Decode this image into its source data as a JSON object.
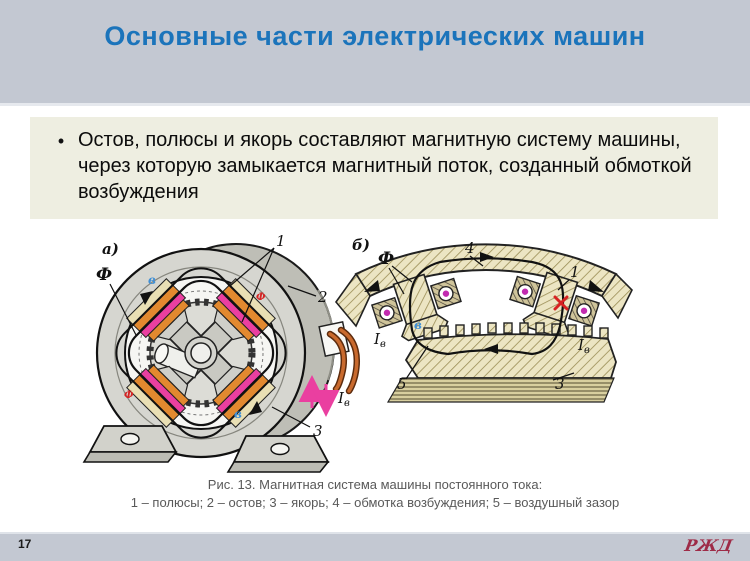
{
  "header": {
    "title": "Основные части электрических машин"
  },
  "content": {
    "bullet_char": "•",
    "text": "Остов, полюсы и якорь составляют магнитную систему машины, через которую замыкается магнитный поток, созданный обмоткой возбуждения"
  },
  "figure": {
    "caption_title": "Рис. 13. Магнитная система машины постоянного тока:",
    "caption_legend": "1 – полюсы; 2 – остов; 3 – якорь; 4 – обмотка возбуждения; 5 – воздушный зазор",
    "view_a": {
      "label": "а)",
      "flux": "Ф",
      "part_poles": "1",
      "part_frame": "2",
      "part_armature": "3",
      "current_symbol": "I",
      "current_sub": "в",
      "winding_mark": "в"
    },
    "view_b": {
      "label": "б)",
      "flux": "Ф",
      "part_poles": "1",
      "part_armature": "3",
      "part_winding": "4",
      "part_airgap": "5",
      "current_symbol": "I",
      "current_sub": "в",
      "winding_mark": "в"
    }
  },
  "footer": {
    "page_number": "17",
    "logo_text": "РЖД"
  },
  "colors": {
    "band_gray_blue": "#c3c8d2",
    "title_blue": "#1b74bb",
    "panel_cream": "#eeeee1",
    "caption_gray": "#595959",
    "logo_red": "#9e2b47",
    "winding_orange": "#e2892f",
    "winding_magenta": "#ea3fa0",
    "wire_brown": "#c96a2e",
    "metal_gray": "#d6d6d0",
    "section_hatch_tan": "#ece5c3",
    "mark_blue": "#3f8fd6",
    "mark_red": "#d62222"
  }
}
